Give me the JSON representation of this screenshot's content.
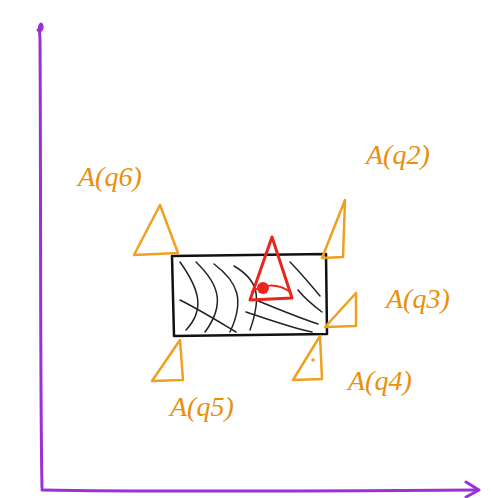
{
  "diagram": {
    "labels": [
      "A(q6)",
      "A(q2)",
      "A(q3)",
      "A(q4)",
      "A(q5)"
    ]
  }
}
